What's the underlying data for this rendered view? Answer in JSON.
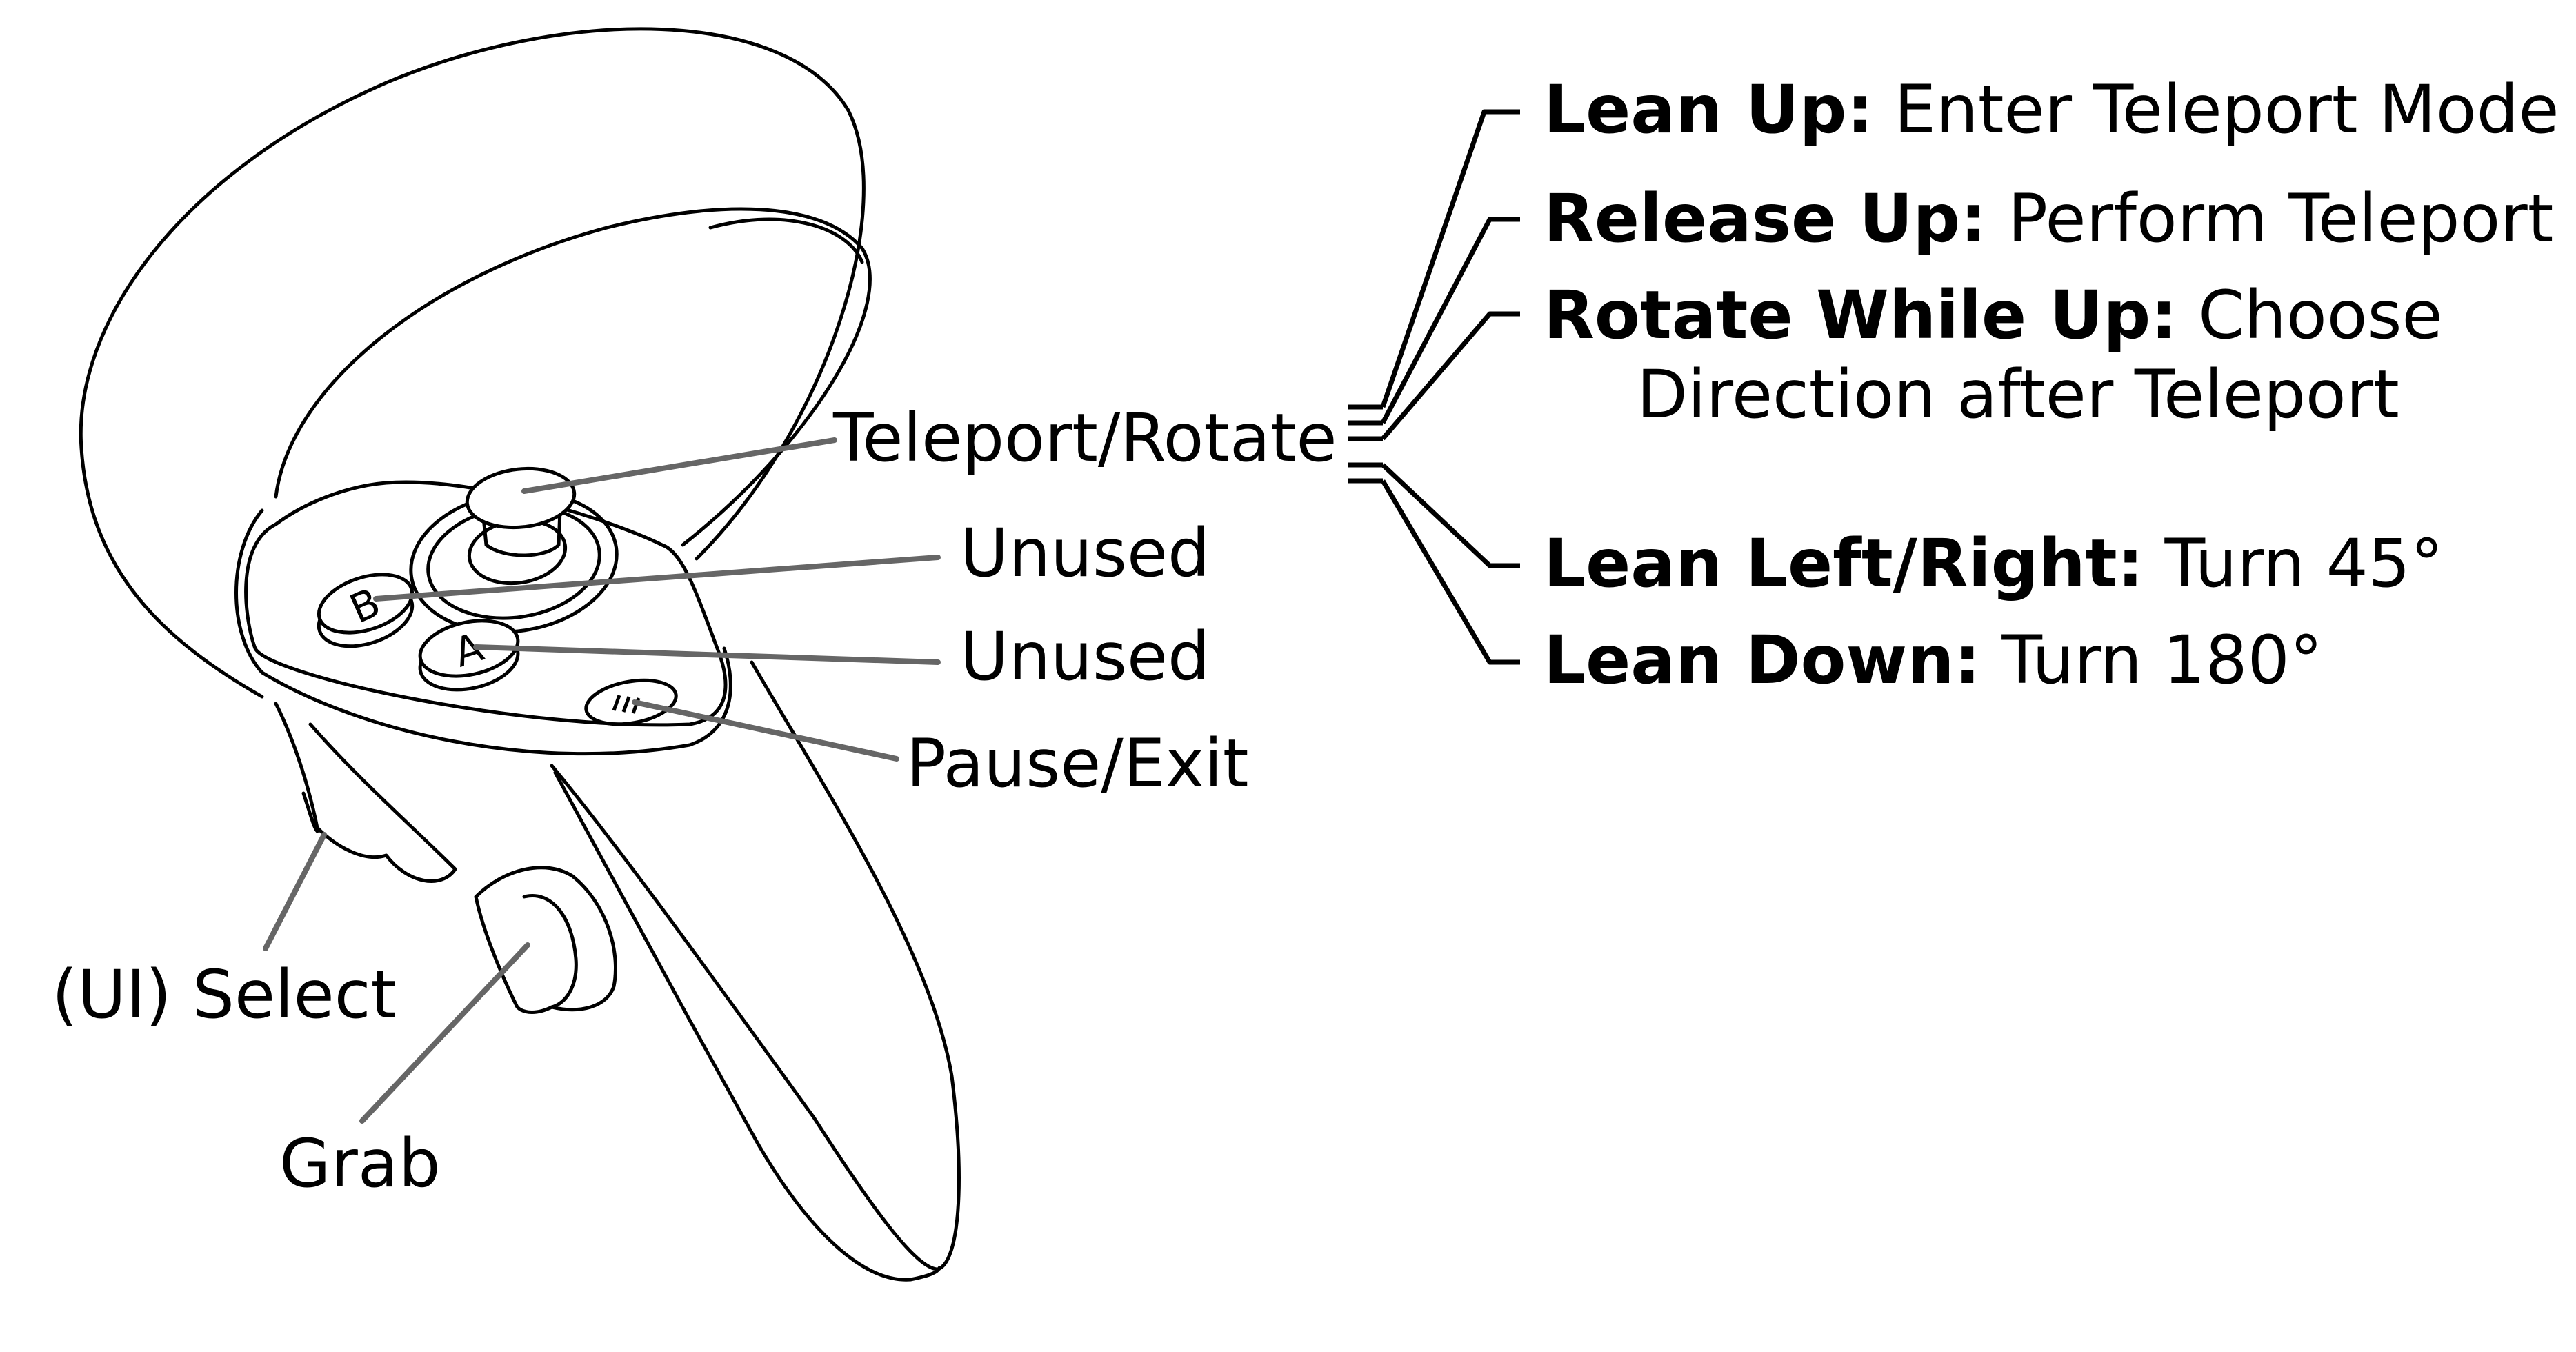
{
  "controller_labels": {
    "teleport_rotate": "Teleport/Rotate",
    "button_b": "Unused",
    "button_a": "Unused",
    "menu_button": "Pause/Exit",
    "trigger": "(UI) Select",
    "grip": "Grab"
  },
  "thumbstick_actions": [
    {
      "gesture": "Lean Up:",
      "action": "Enter Teleport Mode"
    },
    {
      "gesture": "Release Up:",
      "action": "Perform Teleport"
    },
    {
      "gesture": "Rotate While Up:",
      "action": "Choose",
      "action_line2": "Direction after Teleport"
    },
    {
      "gesture": "Lean Left/Right:",
      "action": "Turn 45°"
    },
    {
      "gesture": "Lean Down:",
      "action": "Turn 180°"
    }
  ],
  "button_glyphs": {
    "b": "B",
    "a": "A"
  }
}
